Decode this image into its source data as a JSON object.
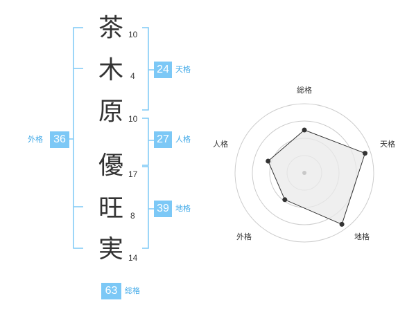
{
  "name_chars": [
    {
      "char": "茶",
      "strokes": "10"
    },
    {
      "char": "木",
      "strokes": "4"
    },
    {
      "char": "原",
      "strokes": "10"
    },
    {
      "char": "優",
      "strokes": "17"
    },
    {
      "char": "旺",
      "strokes": "8"
    },
    {
      "char": "実",
      "strokes": "14"
    }
  ],
  "kaku": {
    "tenkaku": {
      "value": "24",
      "label": "天格"
    },
    "jinkaku": {
      "value": "27",
      "label": "人格"
    },
    "chikaku": {
      "value": "39",
      "label": "地格"
    },
    "gaikaku": {
      "value": "36",
      "label": "外格"
    },
    "soukaku": {
      "value": "63",
      "label": "総格"
    }
  },
  "colors": {
    "accent": "#7cc8f6",
    "accent_text": "#42aae8",
    "bracket": "#7cc8f6",
    "text": "#333333"
  },
  "chart_data": {
    "type": "radar",
    "axes": [
      "総格",
      "天格",
      "地格",
      "外格",
      "人格"
    ],
    "values": [
      0.62,
      0.92,
      0.92,
      0.48,
      0.55
    ],
    "scale_max": 1,
    "grid_rings": 4
  }
}
